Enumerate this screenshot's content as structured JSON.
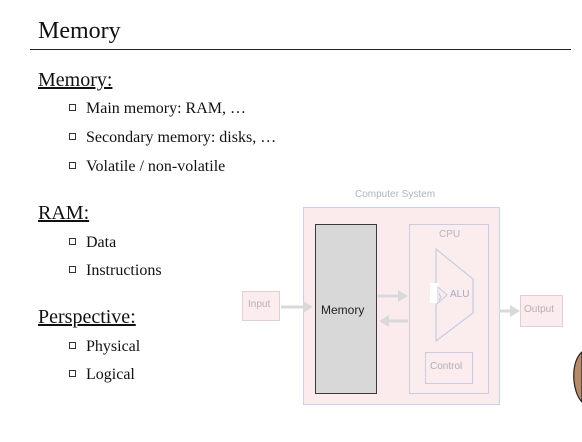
{
  "slide": {
    "title": "Memory",
    "sections": [
      {
        "heading": "Memory:",
        "items": [
          "Main memory: RAM, …",
          "Secondary memory: disks, …",
          "Volatile / non-volatile"
        ]
      },
      {
        "heading": "RAM:",
        "items": [
          "Data",
          "Instructions"
        ]
      },
      {
        "heading": "Perspective:",
        "items": [
          "Physical",
          "Logical"
        ]
      }
    ]
  },
  "diagram": {
    "system_label": "Computer System",
    "input_label": "Input",
    "memory_label": "Memory",
    "cpu_label": "CPU",
    "alu_label": "ALU",
    "control_label": "Control",
    "output_label": "Output"
  }
}
